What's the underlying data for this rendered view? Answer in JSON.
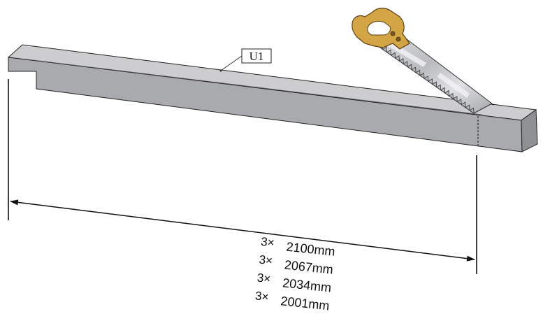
{
  "part_label": "U1",
  "cut_list": [
    {
      "count": "3×",
      "length": "2100mm"
    },
    {
      "count": "3×",
      "length": "2067mm"
    },
    {
      "count": "3×",
      "length": "2034mm"
    },
    {
      "count": "3×",
      "length": "2001mm"
    }
  ],
  "colors": {
    "beam_top": "#cdcdcf",
    "beam_front": "#a9aaad",
    "beam_end": "#8f9094",
    "outline": "#222222",
    "saw_handle": "#d4a545",
    "saw_blade": "#c6c8cc"
  },
  "icons": {
    "tool": "hand-saw-icon",
    "dimension": "dimension-arrow"
  }
}
